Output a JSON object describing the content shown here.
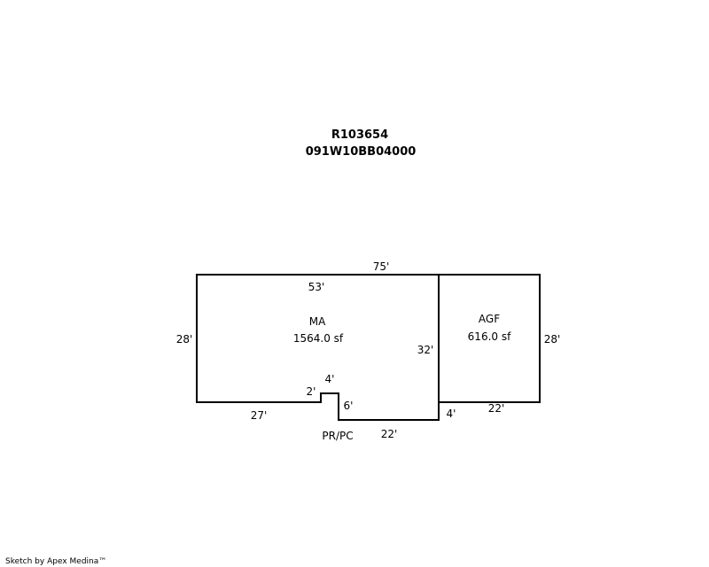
{
  "header": {
    "account_id": "R103654",
    "map_number": "091W10BB04000"
  },
  "areas": {
    "main": {
      "code": "MA",
      "area": "1564.0 sf"
    },
    "garage": {
      "code": "AGF",
      "area": "616.0 sf"
    },
    "porch": {
      "code": "PR/PC"
    }
  },
  "dimensions": {
    "top_overall": "75'",
    "top_main": "53'",
    "left": "28'",
    "main_right": "32'",
    "garage_right": "28'",
    "garage_bottom": "22'",
    "step_right": "4'",
    "main_bottom": "27'",
    "notch_height": "2'",
    "notch_width": "4'",
    "porch_depth": "6'",
    "porch_width": "22'"
  },
  "footer": {
    "credit": "Sketch by Apex Medina™"
  }
}
